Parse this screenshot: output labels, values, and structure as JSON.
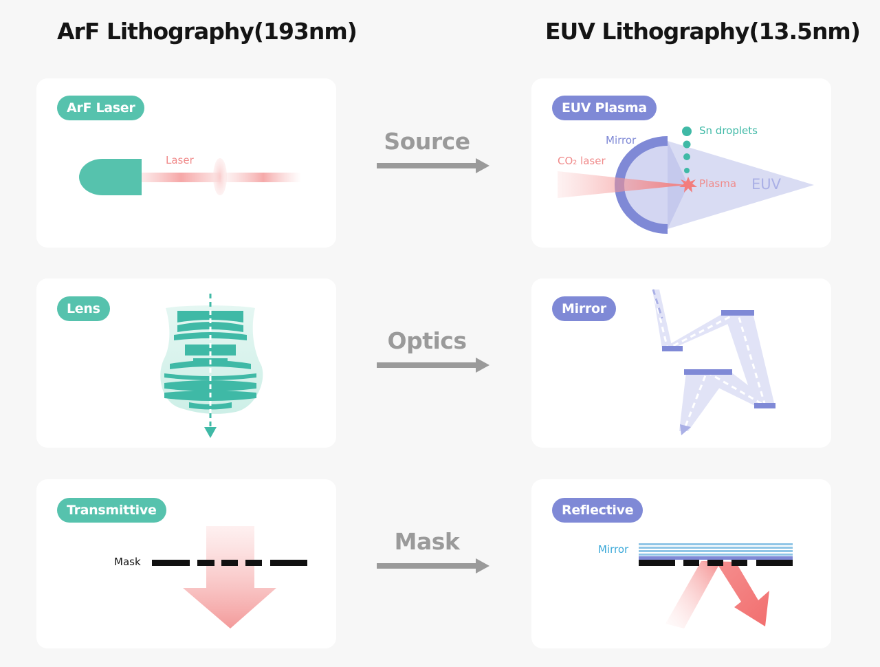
{
  "titles": {
    "left": "ArF Lithography(193nm)",
    "right": "EUV Lithography(13.5nm)"
  },
  "rows": [
    {
      "label": "Source",
      "arf": {
        "tag": "ArF Laser",
        "beam_label": "Laser"
      },
      "euv": {
        "tag": "EUV Plasma",
        "mirror_label": "Mirror",
        "laser_label": "CO₂ laser",
        "droplets_label": "Sn droplets",
        "plasma_label": "Plasma",
        "output_label": "EUV"
      }
    },
    {
      "label": "Optics",
      "arf": {
        "tag": "Lens"
      },
      "euv": {
        "tag": "Mirror"
      }
    },
    {
      "label": "Mask",
      "arf": {
        "tag": "Transmittive",
        "mask_label": "Mask"
      },
      "euv": {
        "tag": "Reflective",
        "mirror_label": "Mirror"
      }
    }
  ],
  "colors": {
    "green": "#56c2ad",
    "teal": "#3fb9a6",
    "blue": "#7f89d6",
    "pink": "#f08a8a",
    "arrow_gray": "#9a9a9a",
    "mirror_label": "#3aa8d8"
  },
  "icons": [
    "right-arrow-icon",
    "laser-emitter-icon",
    "lens-stack-icon",
    "plasma-burst-icon"
  ]
}
